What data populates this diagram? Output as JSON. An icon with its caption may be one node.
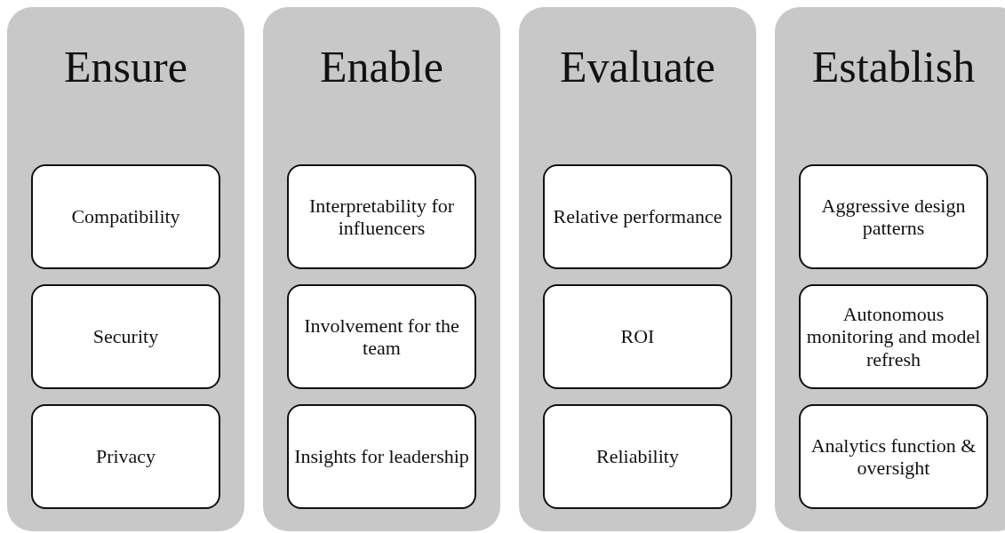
{
  "diagram": {
    "nodes": [
      {
        "text": [
          "Ensure"
        ]
      },
      {
        "text": [
          "Compatibility"
        ],
        "in": 0
      },
      {
        "text": [
          "Security"
        ],
        "in": 0
      },
      {
        "text": [
          "Privacy"
        ],
        "in": 0
      },
      {
        "text": [
          "Enable"
        ]
      },
      {
        "text": [
          "Interpretability for influencers"
        ],
        "in": 4
      },
      {
        "text": [
          "Involvement for the team"
        ],
        "in": 4
      },
      {
        "text": [
          "Insights for leadership"
        ],
        "in": 4
      },
      {
        "text": [
          "Evaluate"
        ]
      },
      {
        "text": [
          "Relative performance"
        ],
        "in": 8
      },
      {
        "text": [
          "ROI"
        ],
        "in": 8
      },
      {
        "text": [
          "Reliability"
        ],
        "in": 8
      },
      {
        "text": [
          "Establish"
        ]
      },
      {
        "text": [
          "Aggressive design patterns"
        ],
        "in": 12
      },
      {
        "text": [
          "Autonomous monitoring and model refresh"
        ],
        "in": 12
      },
      {
        "text": [
          "Analytics function & oversight"
        ],
        "in": 12
      }
    ]
  }
}
